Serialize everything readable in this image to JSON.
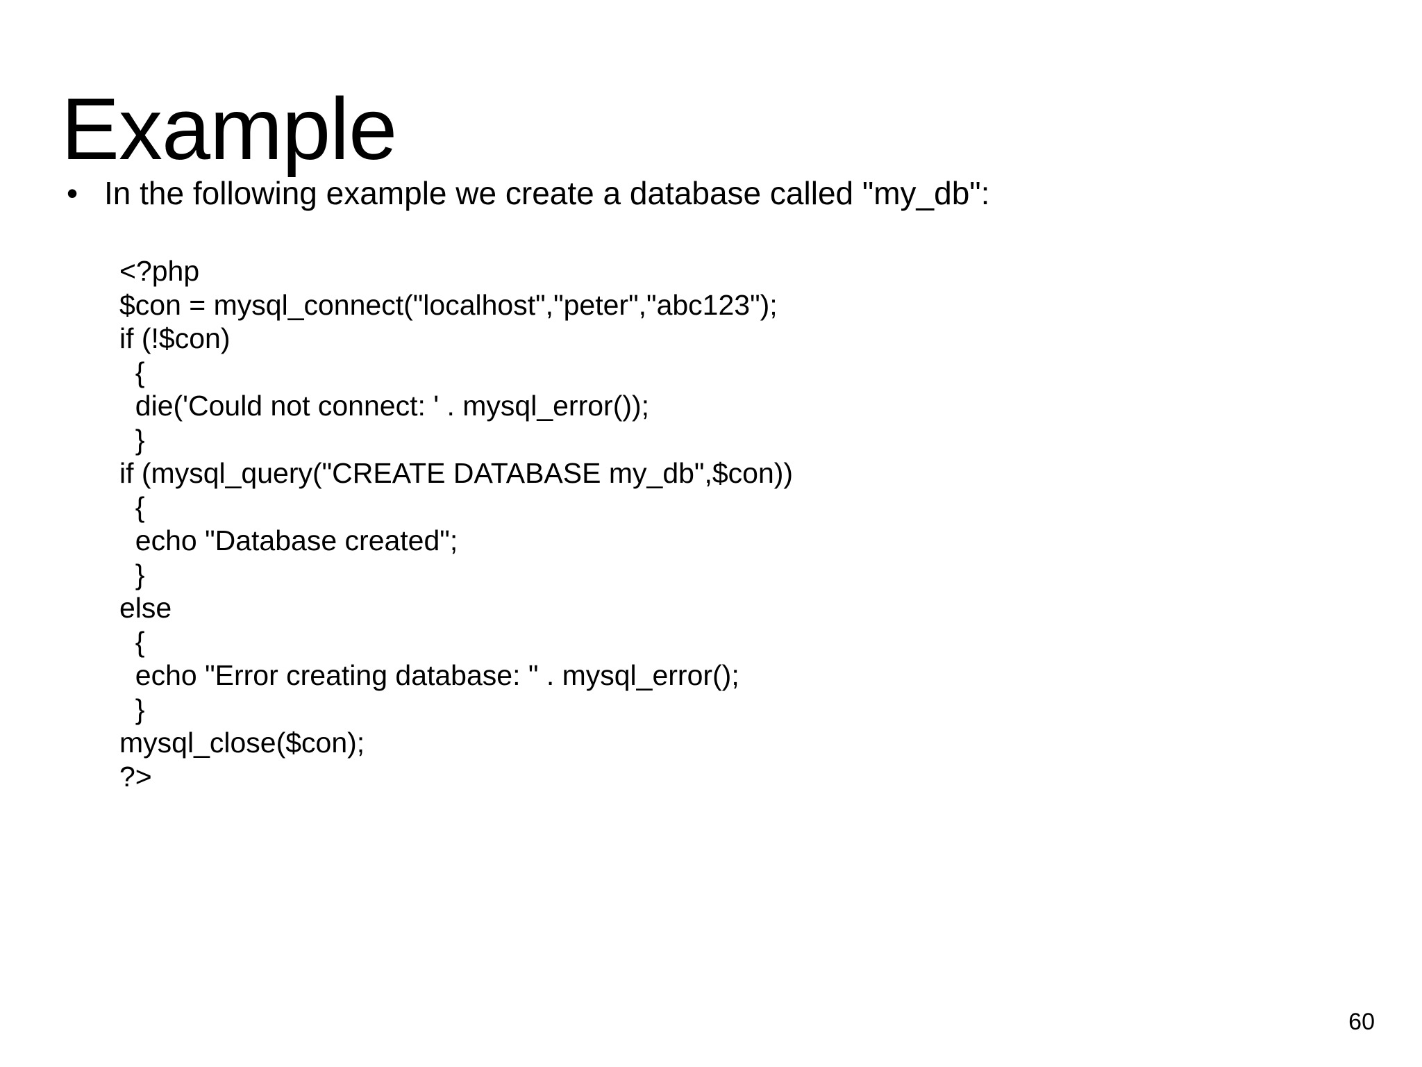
{
  "slide": {
    "title": "Example",
    "page_number": "60",
    "background_color": "#ffffff",
    "text_color": "#000000"
  },
  "bullets": [
    {
      "marker": "•",
      "text": "In the following example we create a database called \"my_db\":"
    }
  ],
  "code_block": {
    "language": "php",
    "lines": [
      "<?php",
      "$con = mysql_connect(\"localhost\",\"peter\",\"abc123\");",
      "if (!$con)",
      "  {",
      "  die('Could not connect: ' . mysql_error());",
      "  }",
      "if (mysql_query(\"CREATE DATABASE my_db\",$con))",
      "  {",
      "  echo \"Database created\";",
      "  }",
      "else",
      "  {",
      "  echo \"Error creating database: \" . mysql_error();",
      "  }",
      "mysql_close($con);",
      "?>"
    ]
  }
}
